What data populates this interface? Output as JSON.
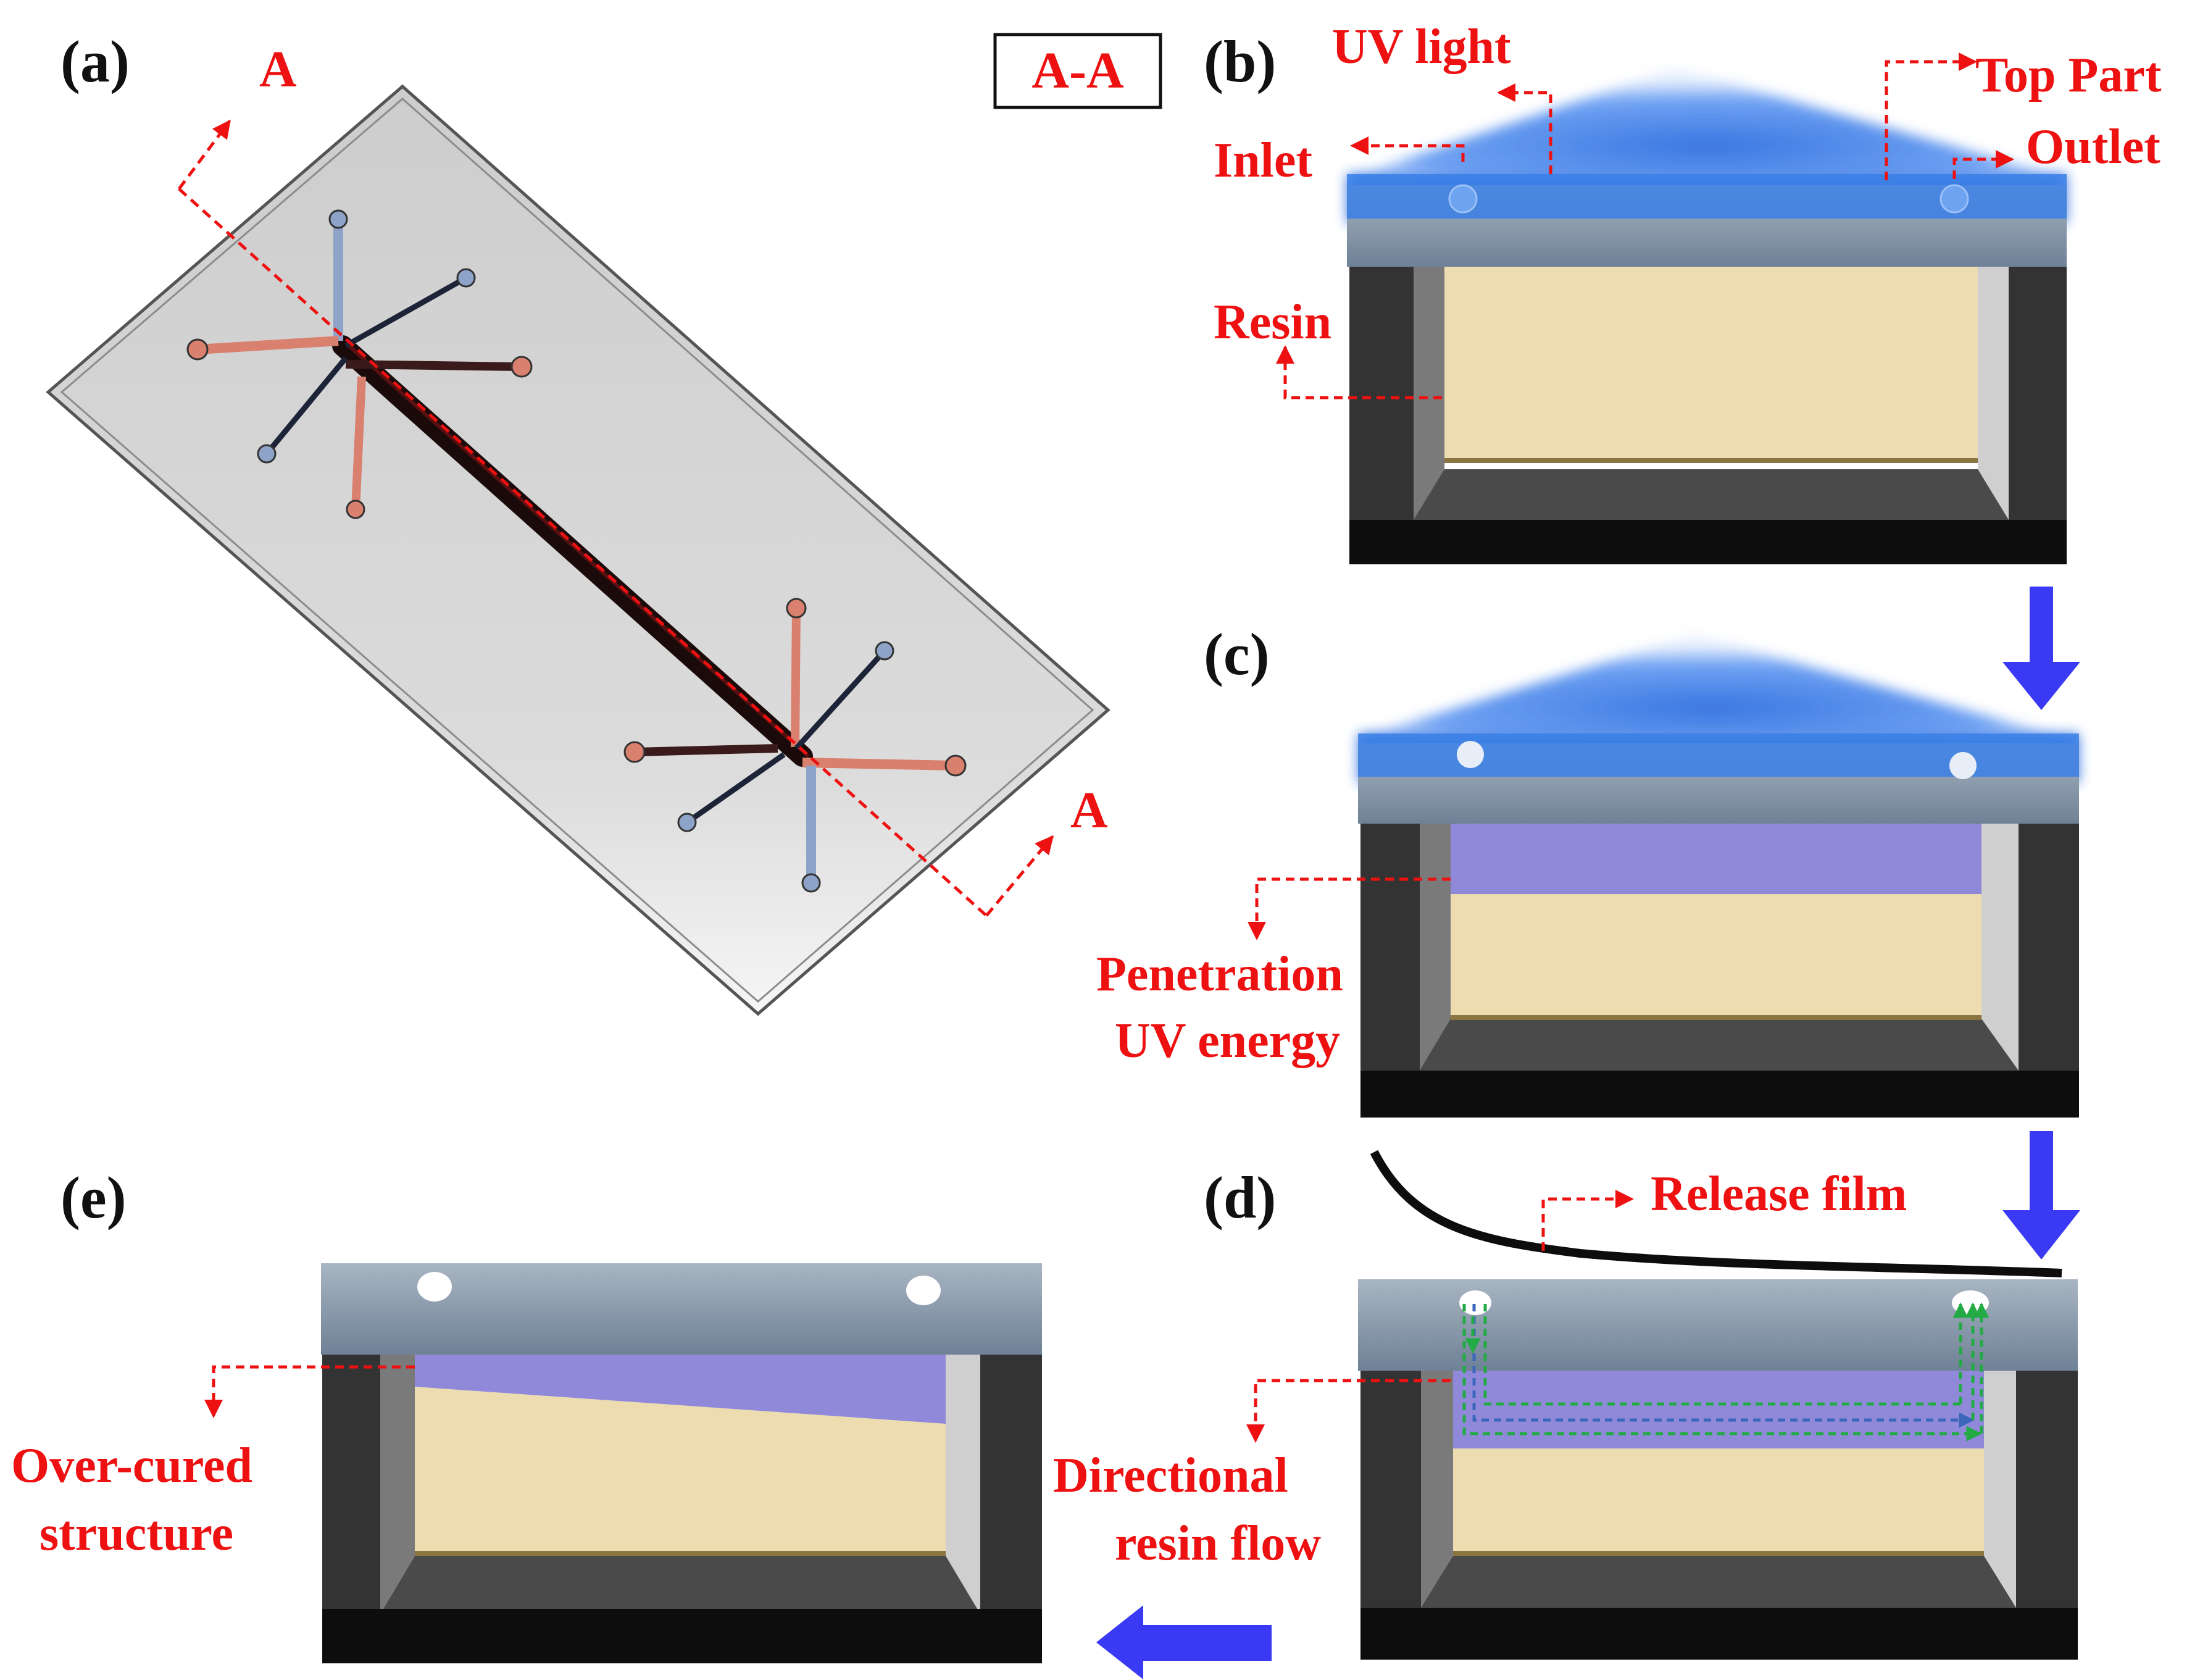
{
  "panels": {
    "a": "(a)",
    "b": "(b)",
    "c": "(c)",
    "d": "(d)",
    "e": "(e)"
  },
  "section": {
    "box_label": "A-A",
    "marker_start": "A",
    "marker_end": "A"
  },
  "labels_b": {
    "uv_light": "UV light",
    "top_part": "Top Part",
    "inlet": "Inlet",
    "outlet": "Outlet",
    "resin": "Resin"
  },
  "labels_c": {
    "line1": "Penetration",
    "line2": "UV energy"
  },
  "labels_d": {
    "release_film": "Release film",
    "flow_line1": "Directional",
    "flow_line2": "resin flow"
  },
  "labels_e": {
    "line1": "Over-cured",
    "line2": "structure"
  },
  "colors": {
    "annotation_red": "#ee1111",
    "uv_blue": "#3a7fe6",
    "process_arrow_blue": "#3a3af5",
    "resin_beige": "#ecdcb0",
    "cured_purple": "#9089da",
    "top_part_gray": "#7b8b9d",
    "frame_dark": "#333333",
    "flow_green": "#22aa44",
    "flow_blue": "#3a66bb"
  }
}
